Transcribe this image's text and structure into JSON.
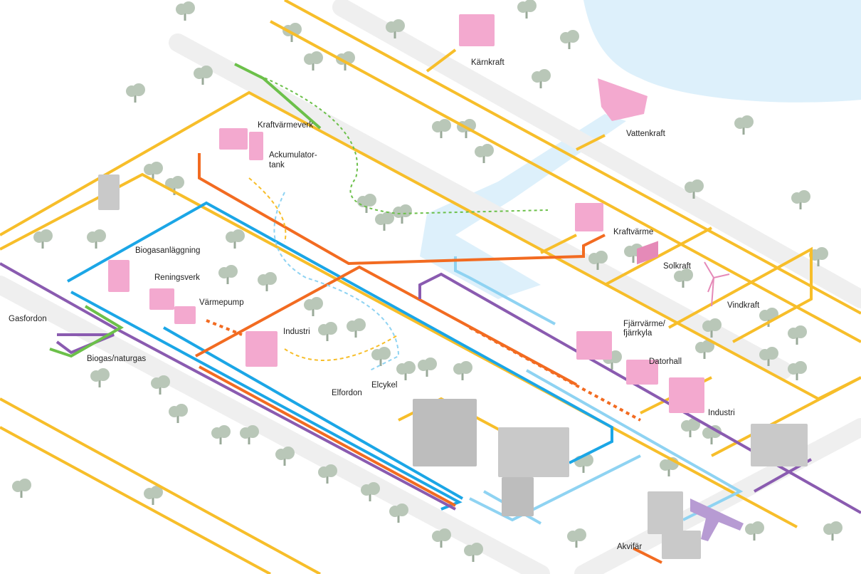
{
  "colors": {
    "electricity": "#F7BE2A",
    "district_heating": "#F26B21",
    "district_cooling": "#1BA6E6",
    "cooling_light": "#8FD3F2",
    "gas": "#8A5BB0",
    "biogas": "#6CC04A",
    "building": "#F3A9CF",
    "water": "#DDF0FB",
    "tree": "#B9C7B8",
    "road": "#EFEFEF"
  },
  "labels": {
    "karnkraft": "Kärnkraft",
    "vattenkraft": "Vattenkraft",
    "kraftvarmeverk": "Kraftvärmeverk",
    "ackumulatortank_1": "Ackumulator-",
    "ackumulatortank_2": "tank",
    "kraftvarme": "Kraftvärme",
    "solkraft": "Solkraft",
    "vindkraft": "Vindkraft",
    "biogasanlaggning": "Biogasanläggning",
    "reningsverk": "Reningsverk",
    "varmepump": "Värmepump",
    "gasfordon": "Gasfordon",
    "biogas_naturgas": "Biogas/naturgas",
    "industri_1": "Industri",
    "elfordon": "Elfordon",
    "elcykel": "Elcykel",
    "fjarrvarme_1": "Fjärrvärme/",
    "fjarrvarme_2": "fjärrkyla",
    "datorhall": "Datorhall",
    "industri_2": "Industri",
    "akvifar": "Akvifär"
  }
}
